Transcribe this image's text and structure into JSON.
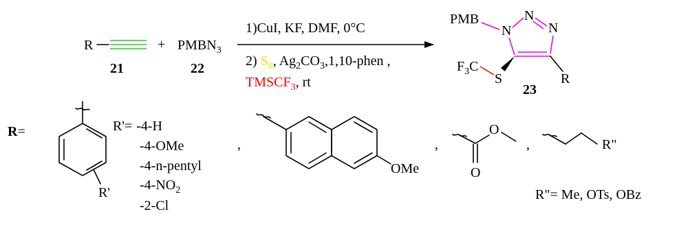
{
  "colors": {
    "alkyne_r": "#22cc22",
    "pmb": "#ee00ee",
    "sulfur": "#e8e800",
    "cf3": "#ff0000",
    "tmscf3": "#ff0000",
    "text": "#000000"
  },
  "reaction": {
    "alkyne": {
      "label": "R",
      "compound_number": "21"
    },
    "plus": "+",
    "azide": {
      "prefix": "PMBN",
      "subscript": "3",
      "compound_number": "22"
    },
    "conditions": {
      "step1": "1)CuI, KF, DMF, 0°C",
      "step2_prefix": "2)",
      "step2_s": "S",
      "step2_s_sub": "8",
      "step2_mid": ", Ag",
      "step2_ag_sub": "2",
      "step2_co": "CO",
      "step2_co_sub": "3",
      "step2_suffix": ",1,10-phen ,",
      "step2_line2": "TMSCF",
      "step2_line2_sub": "3",
      "step2_line2_suffix": ", rt"
    },
    "product": {
      "pmb": "PMB",
      "n1": "N",
      "n2": "N",
      "n3": "N",
      "dash": "–",
      "f": "F",
      "f_sub": "3",
      "c": "C",
      "s": "S",
      "r": "R",
      "compound_number": "23"
    }
  },
  "substituents": {
    "r_label": "R",
    "equals": "=",
    "aryl_r_prime": "R'",
    "aryl_list_prefix": "R'=",
    "aryl_list": [
      "-4-H",
      "-4-OMe",
      "-4-n-pentyl",
      "-4-NO",
      "-2-Cl"
    ],
    "no2_sub": "2",
    "comma": ",",
    "naphthyl_ome": "OMe",
    "ester_o1": "O",
    "ester_o2": "O",
    "chain_r": "R\"",
    "chain_list": "R\"= Me, OTs, OBz"
  }
}
